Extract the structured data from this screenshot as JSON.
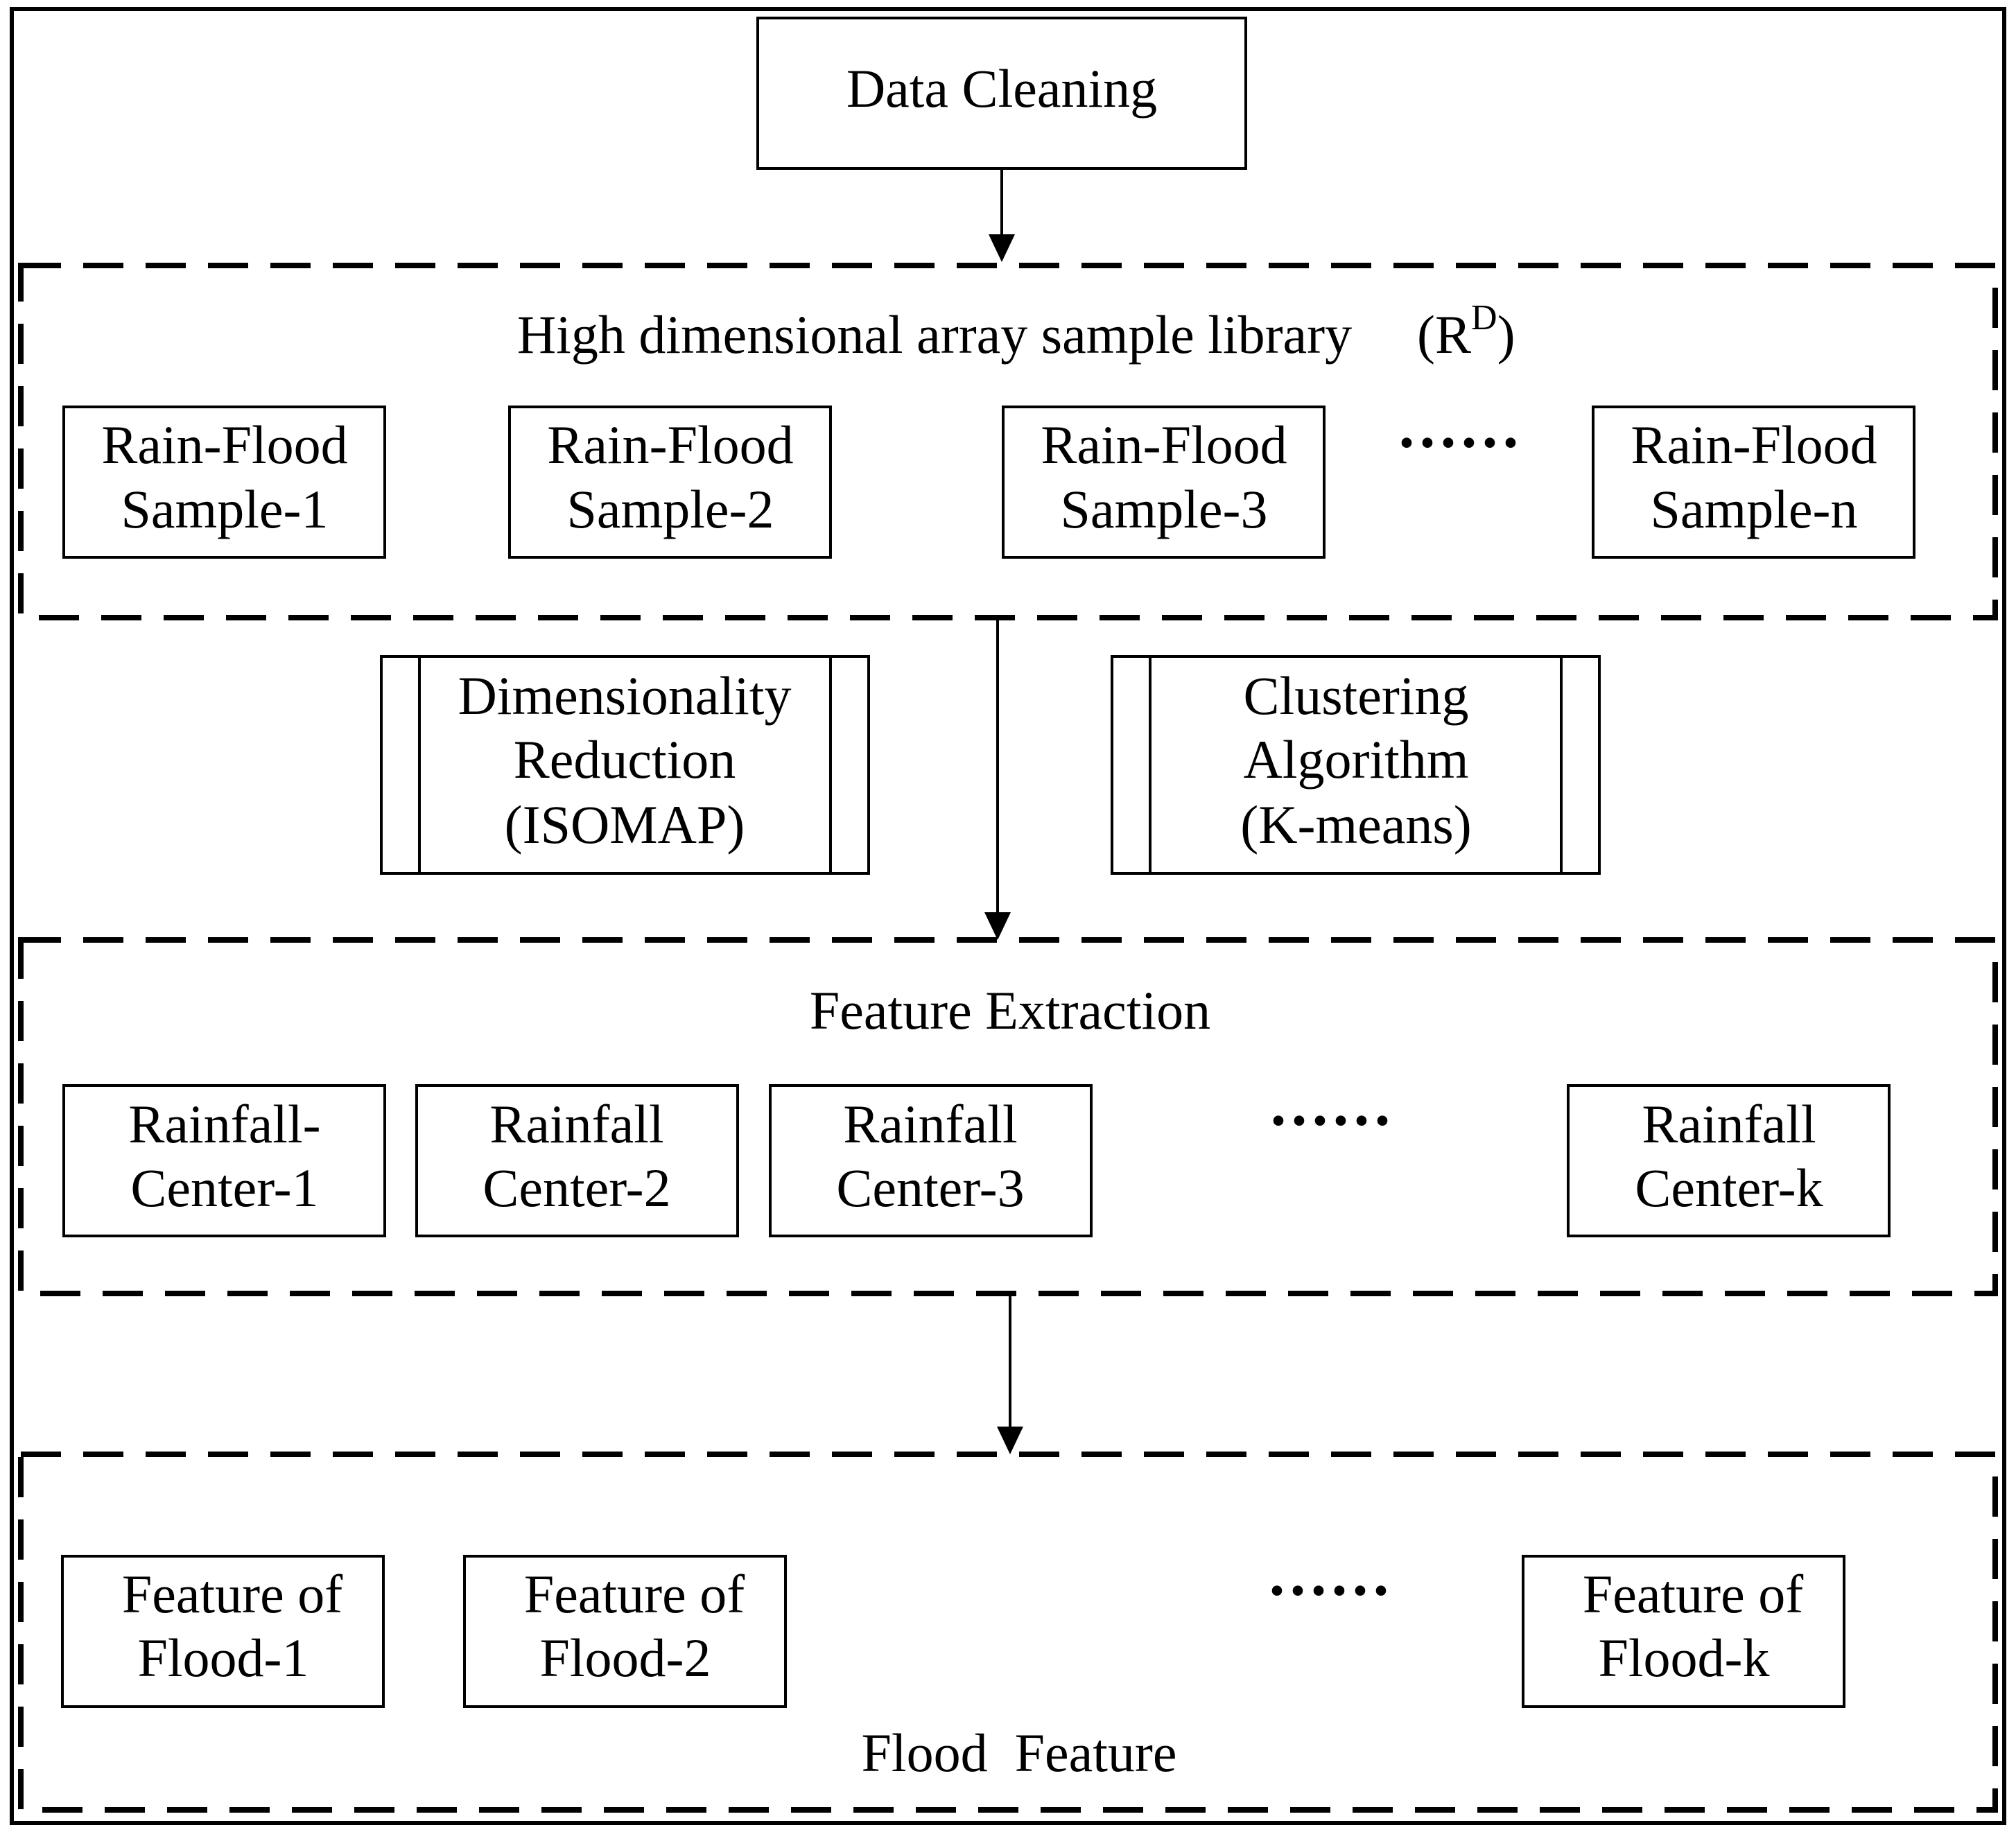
{
  "top": {
    "label": "Data Cleaning"
  },
  "sample_library": {
    "title": "High dimensional array sample library",
    "notation": "(R",
    "notation_sup": "D",
    "notation_close": ")",
    "samples": [
      {
        "line1": "Rain-Flood",
        "line2": "Sample-1"
      },
      {
        "line1": "Rain-Flood",
        "line2": "Sample-2"
      },
      {
        "line1": "Rain-Flood",
        "line2": "Sample-3"
      },
      {
        "line1": "Rain-Flood",
        "line2": "Sample-n"
      }
    ],
    "ellipsis": "······"
  },
  "methods": [
    {
      "line1": "Dimensionality",
      "line2": "Reduction",
      "line3": "(ISOMAP)"
    },
    {
      "line1": "Clustering",
      "line2": "Algorithm",
      "line3": "(K-means)"
    }
  ],
  "feature_extraction": {
    "title": "Feature Extraction",
    "centers": [
      {
        "line1": "Rainfall-",
        "line2": "Center-1"
      },
      {
        "line1": "Rainfall",
        "line2": "Center-2"
      },
      {
        "line1": "Rainfall",
        "line2": "Center-3"
      },
      {
        "line1": "Rainfall",
        "line2": "Center-k"
      }
    ],
    "ellipsis": "······"
  },
  "flood_feature": {
    "title": "Flood  Feature",
    "features": [
      {
        "line1": "Feature of",
        "line2": "Flood-1"
      },
      {
        "line1": "Feature of",
        "line2": "Flood-2"
      },
      {
        "line1": "Feature of",
        "line2": "Flood-k"
      }
    ],
    "ellipsis": "······"
  }
}
